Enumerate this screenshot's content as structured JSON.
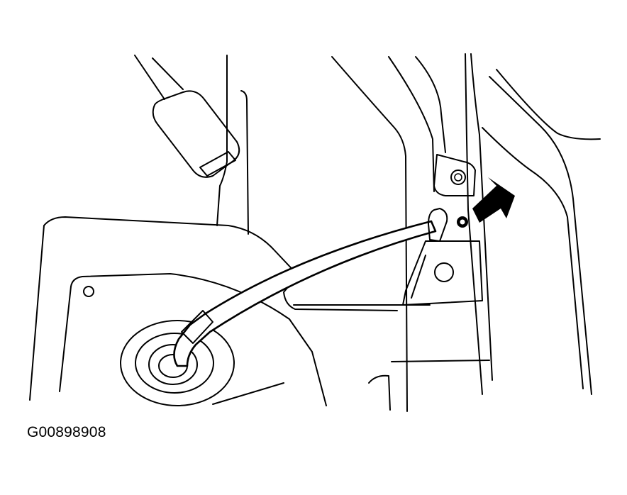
{
  "figure": {
    "id_label": "G00898908"
  },
  "colors": {
    "line": "#000000",
    "background": "#ffffff"
  },
  "parts": [
    "seat-belt-buckle",
    "door-trim-panel",
    "speaker-opening",
    "wire-harness",
    "grommet",
    "mounting-bracket",
    "retaining-clip",
    "callout-arrow"
  ]
}
